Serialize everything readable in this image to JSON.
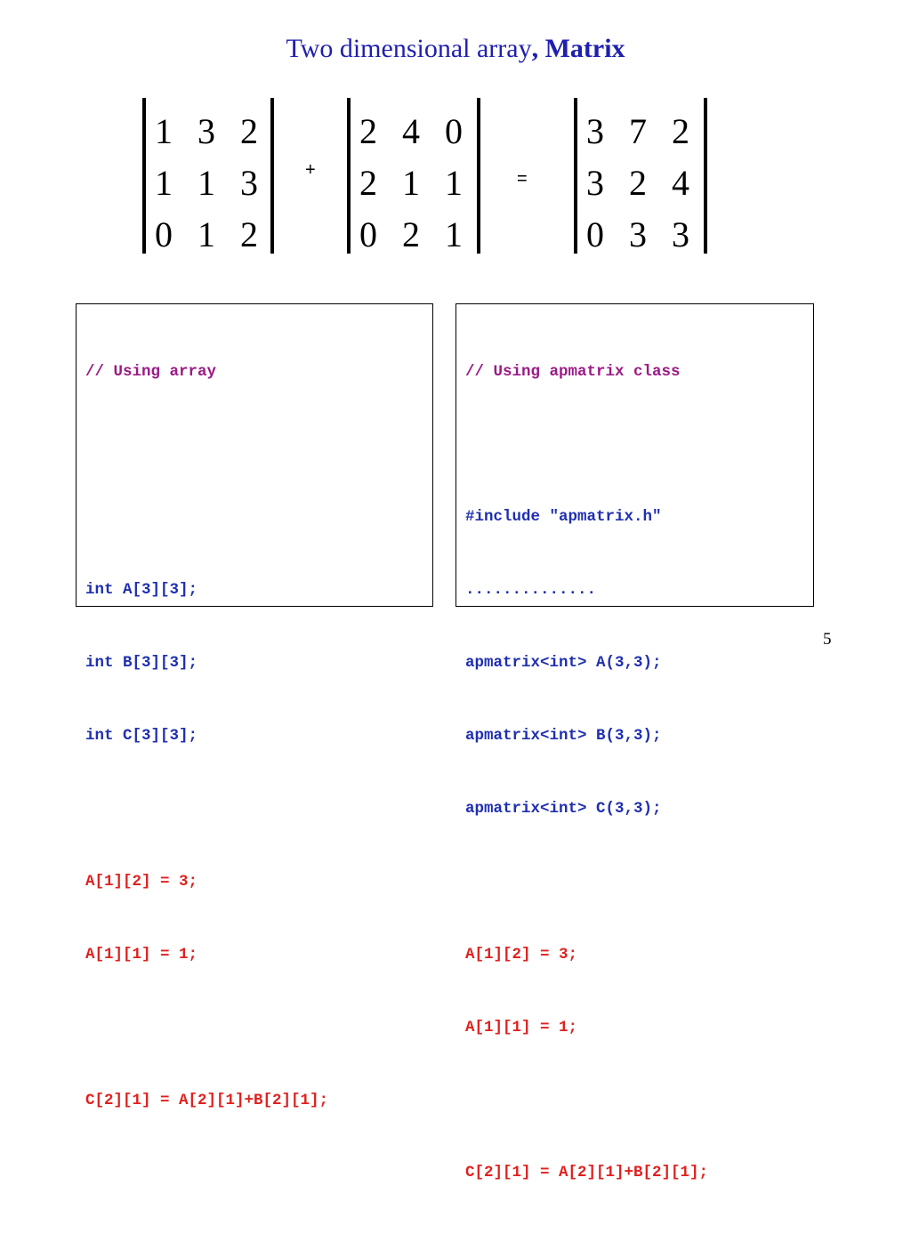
{
  "title": {
    "normal": "Two dimensional array",
    "bold": ", Matrix"
  },
  "matrices": [
    {
      "rows": [
        [
          "1",
          "3",
          "2"
        ],
        [
          "1",
          "1",
          "3"
        ],
        [
          "0",
          "1",
          "2"
        ]
      ]
    },
    {
      "rows": [
        [
          "2",
          "4",
          "0"
        ],
        [
          "2",
          "1",
          "1"
        ],
        [
          "0",
          "2",
          "1"
        ]
      ]
    },
    {
      "rows": [
        [
          "3",
          "7",
          "2"
        ],
        [
          "3",
          "2",
          "4"
        ],
        [
          "0",
          "3",
          "3"
        ]
      ]
    }
  ],
  "operators": {
    "plus": "+",
    "equals": "="
  },
  "left_code": {
    "comment": "// Using array",
    "decl_a": "int A[3][3];",
    "decl_b": "int B[3][3];",
    "decl_c": "int C[3][3];",
    "assign_1": "A[1][2] = 3;",
    "assign_2": "A[1][1] = 1;",
    "sum": "C[2][1] = A[2][1]+B[2][1];"
  },
  "right_code": {
    "comment": "// Using apmatrix class",
    "include": "#include \"apmatrix.h\"",
    "dots": "..............",
    "decl_a": "apmatrix<int> A(3,3);",
    "decl_b": "apmatrix<int> B(3,3);",
    "decl_c": "apmatrix<int> C(3,3);",
    "assign_1": "A[1][2] = 3;",
    "assign_2": "A[1][1] = 1;",
    "sum": "C[2][1] = A[2][1]+B[2][1];"
  },
  "page_number": "5"
}
